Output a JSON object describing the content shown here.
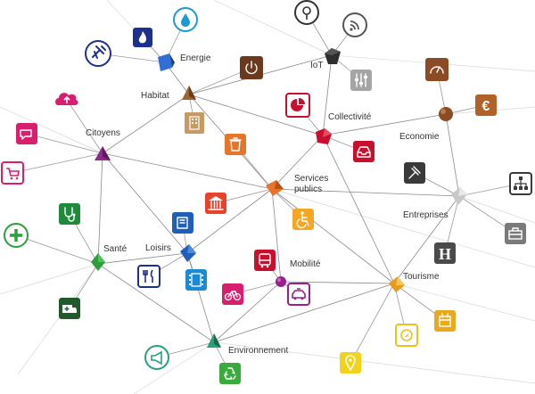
{
  "hubs": {
    "energie": "Energie",
    "iot": "IoT",
    "habitat": "Habitat",
    "collectivite": "Collectivité",
    "citoyens": "Citoyens",
    "economie": "Economie",
    "services_line1": "Services",
    "services_line2": "publics",
    "entreprises": "Entreprises",
    "sante": "Santé",
    "loisirs": "Loisirs",
    "mobilite": "Mobilité",
    "tourisme": "Tourisme",
    "environnement": "Environnement"
  },
  "tiles": {
    "ev_plug": "plug-icon",
    "gas_flame": "flame-icon",
    "water_drop": "water-drop-icon",
    "iot_sensor": "sensor-icon",
    "wifi_signal": "rss-signal-icon",
    "power_button": "power-icon",
    "control_sliders": "sliders-icon",
    "gauge": "gauge-icon",
    "euro": "euro-icon",
    "cloud_upload": "cloud-upload-icon",
    "chat": "chat-icon",
    "cart": "cart-icon",
    "pie_chart": "pie-chart-icon",
    "building": "building-icon",
    "trash": "trash-icon",
    "inbox": "inbox-icon",
    "gavel": "gavel-icon",
    "org_chart": "org-chart-icon",
    "briefcase": "briefcase-icon",
    "hotel": "hotel-icon",
    "museum": "museum-icon",
    "accessibility": "accessibility-icon",
    "book": "book-icon",
    "cutlery": "cutlery-icon",
    "film": "film-icon",
    "stethoscope": "stethoscope-icon",
    "health_cross": "health-cross-icon",
    "ambulance": "ambulance-icon",
    "bus": "bus-icon",
    "bike": "bike-icon",
    "taxi": "taxi-icon",
    "calendar": "calendar-icon",
    "compass": "compass-icon",
    "map_pin": "map-pin-icon",
    "megaphone": "megaphone-icon",
    "recycle": "recycle-icon"
  },
  "colors": {
    "energie_hub": "#2f6fd6",
    "iot_hub": "#333333",
    "habitat_hub": "#a0642e",
    "collectivite_hub": "#c8102e",
    "citoyens_hub": "#8e2a8c",
    "economie_hub": "#8b4b24",
    "services_hub": "#e8742a",
    "entreprises_hub": "#b8b8b8",
    "sante_hub": "#2e9e3c",
    "loisirs_hub": "#1f5fb8",
    "mobilite_hub": "#9a1f8c",
    "tourisme_hub": "#e89b1a",
    "environnement_hub": "#2aa07a"
  },
  "hotel_letter": "H",
  "euro_symbol": "€"
}
